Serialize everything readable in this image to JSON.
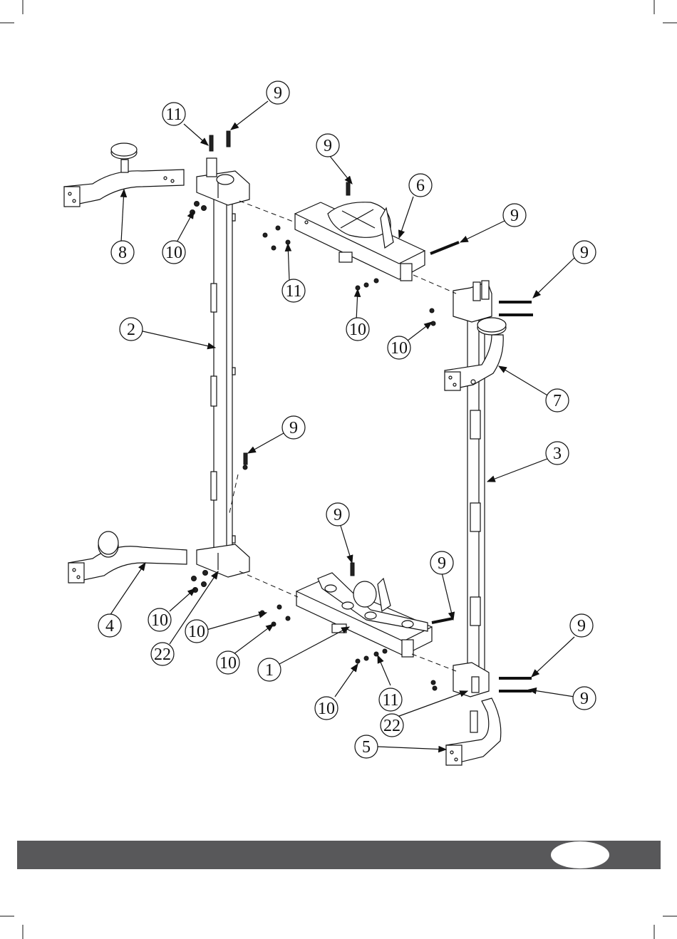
{
  "diagram": {
    "callouts": {
      "c1": "1",
      "c2": "2",
      "c3": "3",
      "c4": "4",
      "c5": "5",
      "c6": "6",
      "c7": "7",
      "c8": "8",
      "c9a": "9",
      "c9b": "9",
      "c9c": "9",
      "c9d": "9",
      "c9e": "9",
      "c9f": "9",
      "c9g": "9",
      "c9h": "9",
      "c9i": "9",
      "c10a": "10",
      "c10b": "10",
      "c10c": "10",
      "c10d": "10",
      "c10e": "10",
      "c10f": "10",
      "c10g": "10",
      "c11a": "11",
      "c11b": "11",
      "c11c": "11",
      "c22a": "22",
      "c22b": "22"
    }
  },
  "footer": {
    "bar_color": "#58585a",
    "page_number": ""
  }
}
